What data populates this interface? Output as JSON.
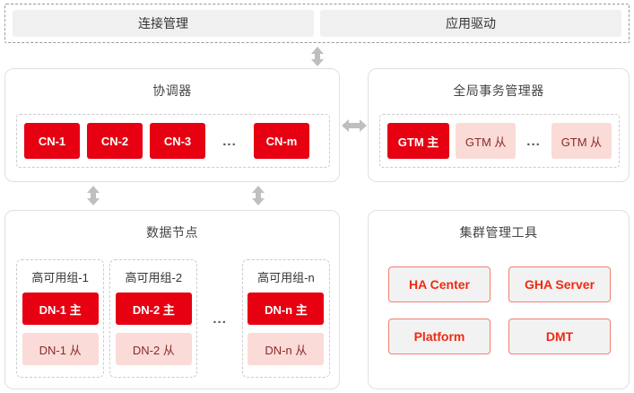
{
  "access_layer": {
    "boxes": [
      {
        "label": "连接管理",
        "name": "connection-management"
      },
      {
        "label": "应用驱动",
        "name": "application-driver"
      }
    ]
  },
  "coordinator": {
    "title": "协调器",
    "nodes": [
      {
        "label": "CN-1",
        "role": "primary"
      },
      {
        "label": "CN-2",
        "role": "primary"
      },
      {
        "label": "CN-3",
        "role": "primary"
      },
      {
        "label": "CN-m",
        "role": "primary"
      }
    ],
    "ellipsis": "..."
  },
  "gtm": {
    "title": "全局事务管理器",
    "master": {
      "label": "GTM 主",
      "role": "primary"
    },
    "standbys": [
      {
        "label": "GTM 从",
        "role": "standby"
      },
      {
        "label": "GTM 从",
        "role": "standby"
      }
    ],
    "ellipsis": "..."
  },
  "datanodes": {
    "title": "数据节点",
    "groups": [
      {
        "title": "高可用组-1",
        "master": "DN-1 主",
        "standby": "DN-1 从"
      },
      {
        "title": "高可用组-2",
        "master": "DN-2 主",
        "standby": "DN-2 从"
      },
      {
        "title": "高可用组-n",
        "master": "DN-n 主",
        "standby": "DN-n 从"
      }
    ],
    "ellipsis": "..."
  },
  "tools": {
    "title": "集群管理工具",
    "items": [
      {
        "label": "HA Center"
      },
      {
        "label": "GHA Server"
      },
      {
        "label": "Platform"
      },
      {
        "label": "DMT"
      }
    ]
  },
  "arrows": [
    {
      "name": "arrow-access-coordinator",
      "direction": "vertical"
    },
    {
      "name": "arrow-coordinator-gtm",
      "direction": "horizontal"
    },
    {
      "name": "arrow-coordinator-datanode-left",
      "direction": "vertical"
    },
    {
      "name": "arrow-coordinator-datanode-right",
      "direction": "vertical"
    }
  ],
  "colors": {
    "primary_red": "#e60012",
    "standby_pink": "#fadbd7",
    "standby_text": "#8a2b28",
    "tool_border": "#f08070",
    "tool_text": "#ef2a12",
    "panel_border": "#e0e0e0",
    "dashed_border": "#cccccc",
    "access_box_bg": "#f0f0f0",
    "arrow_gray": "#bfbfbf"
  }
}
